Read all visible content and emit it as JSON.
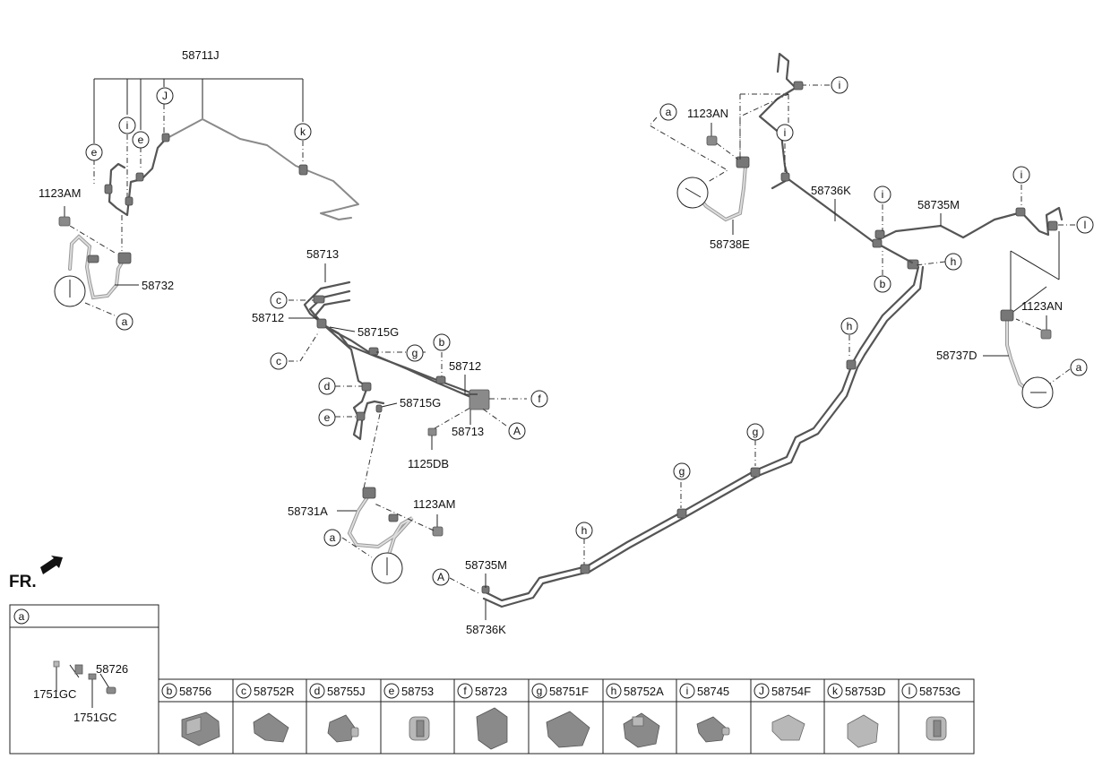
{
  "diagram": {
    "labels": {
      "p58711J": "58711J",
      "p1123AM_a": "1123AM",
      "p58732": "58732",
      "p58713_a": "58713",
      "p58712_a": "58712",
      "p58715G_a": "58715G",
      "p58712_b": "58712",
      "p58715G_b": "58715G",
      "p58713_b": "58713",
      "p1125DB": "1125DB",
      "p58731A": "58731A",
      "p1123AM_b": "1123AM",
      "p58735M_a": "58735M",
      "p58736K_a": "58736K",
      "p1123AN_a": "1123AN",
      "p58738E": "58738E",
      "p58736K_b": "58736K",
      "p58735M_b": "58735M",
      "p1123AN_b": "1123AN",
      "p58737D": "58737D",
      "p58726": "58726",
      "p1751GC_a": "1751GC",
      "p1751GC_b": "1751GC"
    },
    "front_indicator": "FR."
  },
  "callouts": {
    "a": "a",
    "b": "b",
    "c": "c",
    "d": "d",
    "e": "e",
    "f": "f",
    "g": "g",
    "h": "h",
    "i": "i",
    "J": "J",
    "k": "k",
    "l": "l",
    "A": "A"
  },
  "legend": {
    "inset_letter": "a",
    "items": [
      {
        "letter": "b",
        "part": "58756"
      },
      {
        "letter": "c",
        "part": "58752R"
      },
      {
        "letter": "d",
        "part": "58755J"
      },
      {
        "letter": "e",
        "part": "58753"
      },
      {
        "letter": "f",
        "part": "58723"
      },
      {
        "letter": "g",
        "part": "58751F"
      },
      {
        "letter": "h",
        "part": "58752A"
      },
      {
        "letter": "i",
        "part": "58745"
      },
      {
        "letter": "J",
        "part": "58754F"
      },
      {
        "letter": "k",
        "part": "58753D"
      },
      {
        "letter": "l",
        "part": "58753G"
      }
    ]
  }
}
